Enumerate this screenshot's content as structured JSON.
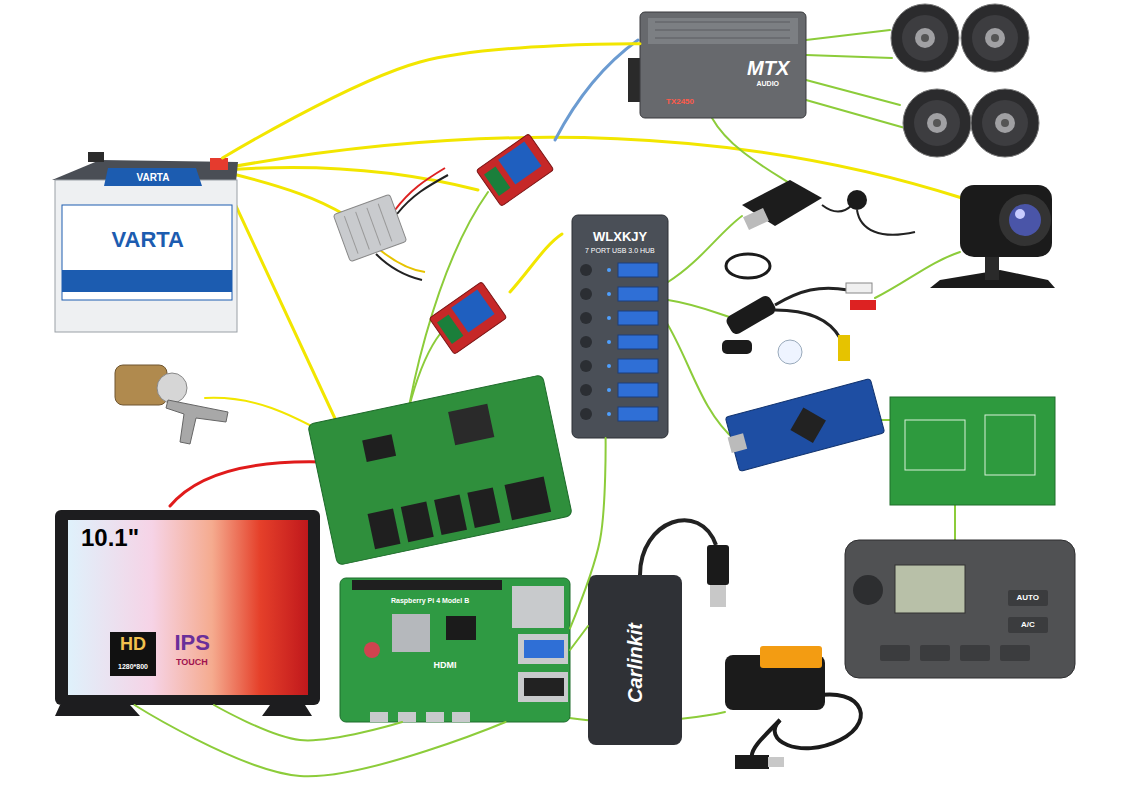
{
  "diagram": {
    "nodes": [
      {
        "text": [
          "VARTA",
          "VARTA"
        ]
      },
      {
        "text": [
          "MTX",
          "AUDIO",
          "TX2450"
        ]
      },
      {
        "text": [
          "WLXKJY",
          "7 PORT USB 3.0 HUB"
        ]
      },
      {
        "text": [
          "10.1\"",
          "HD",
          "1280*800",
          "IPS",
          "TOUCH"
        ]
      },
      {
        "text": [
          "Raspberry Pi 4 Model B",
          "HDMI"
        ]
      },
      {
        "text": [
          "Carlinkit"
        ]
      },
      {
        "text": [
          "AUTO",
          "A/C"
        ]
      }
    ],
    "edges": [
      {
        "from": 0,
        "to": 1,
        "arrow": "none"
      },
      {
        "from": 2,
        "to": 4,
        "arrow": "none"
      },
      {
        "from": 3,
        "to": 4,
        "arrow": "none"
      },
      {
        "from": 3,
        "to": 4,
        "arrow": "none"
      },
      {
        "from": 5,
        "to": 4,
        "arrow": "none"
      }
    ]
  }
}
